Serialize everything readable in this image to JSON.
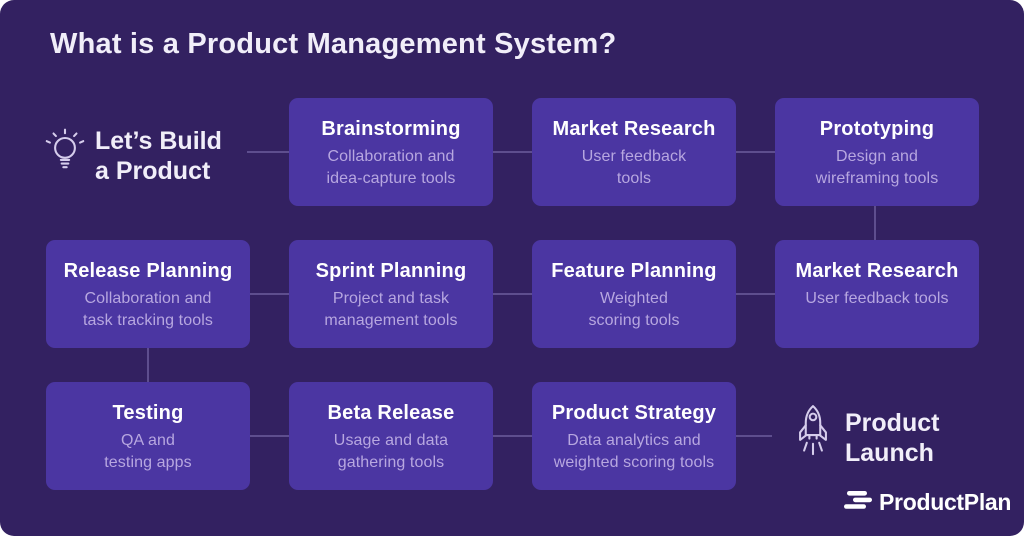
{
  "header": {
    "title": "What is a Product Management System?"
  },
  "flow": {
    "start": {
      "label": "Let’s Build\na Product",
      "icon": "lightbulb-icon"
    },
    "end": {
      "label": "Product\nLaunch",
      "icon": "rocket-icon"
    },
    "boxes": [
      {
        "id": "brainstorming",
        "title": "Brainstorming",
        "subtitle": "Collaboration and\nidea-capture tools"
      },
      {
        "id": "market-research-1",
        "title": "Market Research",
        "subtitle": "User feedback\ntools"
      },
      {
        "id": "prototyping",
        "title": "Prototyping",
        "subtitle": "Design and\nwireframing tools"
      },
      {
        "id": "release-planning",
        "title": "Release Planning",
        "subtitle": "Collaboration and\ntask tracking tools"
      },
      {
        "id": "sprint-planning",
        "title": "Sprint Planning",
        "subtitle": "Project and task\nmanagement tools"
      },
      {
        "id": "feature-planning",
        "title": "Feature Planning",
        "subtitle": "Weighted\nscoring tools"
      },
      {
        "id": "market-research-2",
        "title": "Market Research",
        "subtitle": "User feedback tools"
      },
      {
        "id": "testing",
        "title": "Testing",
        "subtitle": "QA and\ntesting apps"
      },
      {
        "id": "beta-release",
        "title": "Beta Release",
        "subtitle": "Usage and data\ngathering tools"
      },
      {
        "id": "product-strategy",
        "title": "Product Strategy",
        "subtitle": "Data analytics and\nweighted scoring tools"
      }
    ]
  },
  "footer": {
    "brand": "ProductPlan",
    "logo_icon": "productplan-logo-mark"
  },
  "colors": {
    "background": "#332161",
    "box": "#4b36a2",
    "heading_text": "#f1eef9",
    "title_text": "#ffffff",
    "subtitle_text": "#b7a7e0",
    "connector": "#8174b4"
  }
}
